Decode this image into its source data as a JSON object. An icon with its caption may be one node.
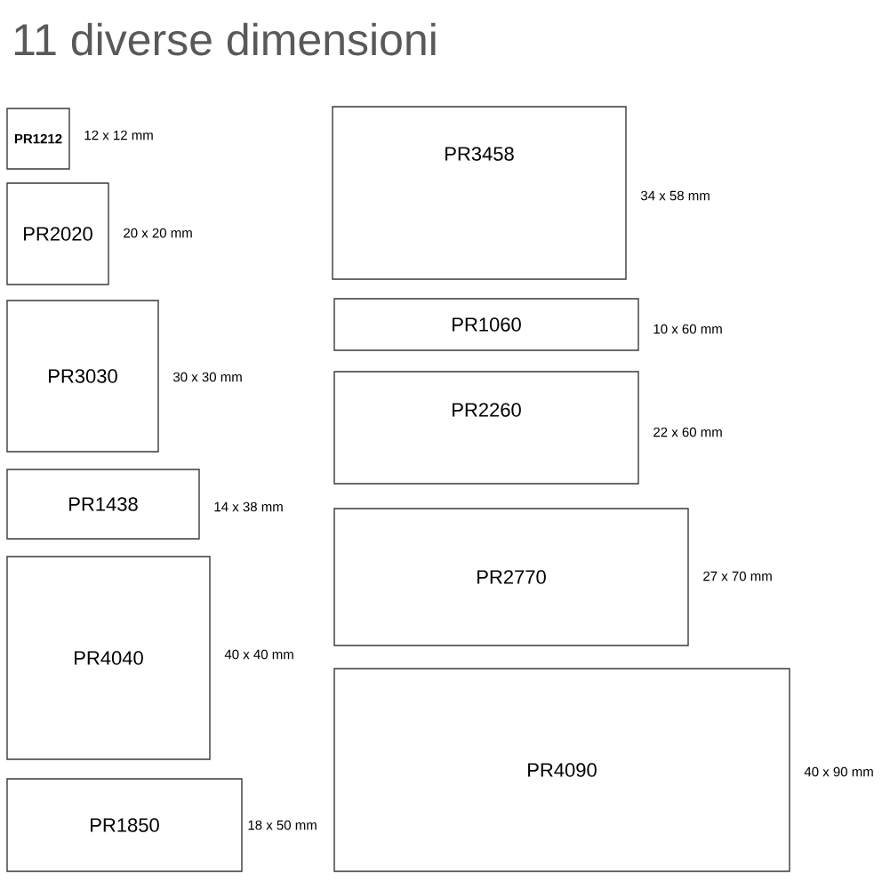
{
  "diagram": {
    "title": "11 diverse dimensioni",
    "nodes": [
      {
        "text": [
          "PR1212"
        ],
        "beside": [
          "12 x 12 mm"
        ]
      },
      {
        "text": [
          "PR2020"
        ],
        "beside": [
          "20 x 20 mm"
        ]
      },
      {
        "text": [
          "PR3030"
        ],
        "beside": [
          "30 x 30 mm"
        ]
      },
      {
        "text": [
          "PR1438"
        ],
        "beside": [
          "14 x 38 mm"
        ]
      },
      {
        "text": [
          "PR4040"
        ],
        "beside": [
          "40 x 40 mm"
        ]
      },
      {
        "text": [
          "PR1850"
        ],
        "beside": [
          "18 x 50 mm"
        ]
      },
      {
        "text": [
          "PR3458"
        ],
        "beside": [
          "34 x 58 mm"
        ]
      },
      {
        "text": [
          "PR1060"
        ],
        "beside": [
          "10 x 60 mm"
        ]
      },
      {
        "text": [
          "PR2260"
        ],
        "beside": [
          "22 x 60 mm"
        ]
      },
      {
        "text": [
          "PR2770"
        ],
        "beside": [
          "27 x 70 mm"
        ]
      },
      {
        "text": [
          "PR4090"
        ],
        "beside": [
          "40 x 90 mm"
        ]
      }
    ]
  }
}
